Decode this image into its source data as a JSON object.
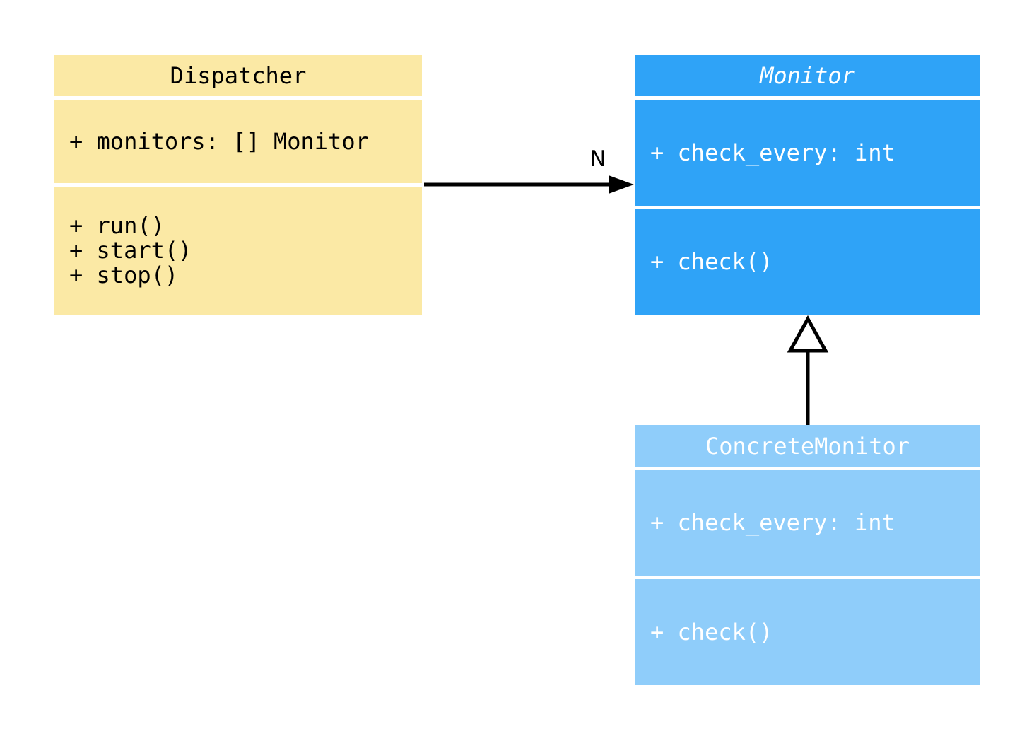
{
  "diagram": {
    "background": "#FFFFFF",
    "line_color": "#000000",
    "classes": [
      {
        "name": "Dispatcher",
        "abstract": false,
        "fill": "#FBE9A5",
        "text_color": "#000000",
        "attributes": [
          "+ monitors: [] Monitor"
        ],
        "methods": [
          "+ run()",
          "+ start()",
          "+ stop()"
        ]
      },
      {
        "name": "Monitor",
        "abstract": true,
        "fill": "#2FA3F7",
        "text_color": "#FFFFFF",
        "attributes": [
          "+ check_every: int"
        ],
        "methods": [
          "+ check()"
        ]
      },
      {
        "name": "ConcreteMonitor",
        "abstract": false,
        "fill": "#8FCDFA",
        "text_color": "#FFFFFF",
        "attributes": [
          "+ check_every: int"
        ],
        "methods": [
          "+ check()"
        ]
      }
    ],
    "relationships": [
      {
        "type": "association",
        "from": "Dispatcher",
        "to": "Monitor",
        "label": "N"
      },
      {
        "type": "inheritance",
        "from": "ConcreteMonitor",
        "to": "Monitor",
        "label": ""
      }
    ]
  }
}
